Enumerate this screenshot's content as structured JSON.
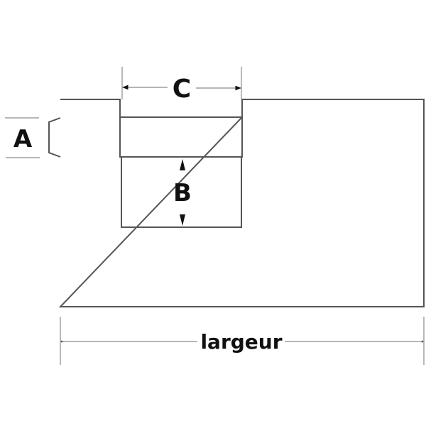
{
  "diagram": {
    "type": "padlock-dimension-drawing",
    "labels": {
      "a": "A",
      "b": "B",
      "c": "C",
      "width": "largeur"
    },
    "colors": {
      "outline": "#555555",
      "dimension_line": "#8a8a8a",
      "text": "#111111",
      "background": "#ffffff"
    }
  }
}
